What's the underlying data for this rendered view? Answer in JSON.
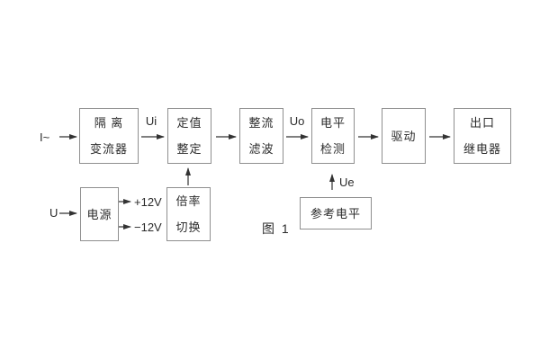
{
  "figure": {
    "caption": "图 1"
  },
  "labels": {
    "input_current": "I~",
    "input_voltage": "U",
    "ui": "Ui",
    "uo": "Uo",
    "ue": "Ue",
    "plus_12v": "+12V",
    "minus_12v": "−12V"
  },
  "blocks": {
    "isolation_transformer": {
      "line1": "隔 离",
      "line2": "变流器"
    },
    "setting_adjust": {
      "line1": "定值",
      "line2": "整定"
    },
    "rectifier_filter": {
      "line1": "整流",
      "line2": "滤波"
    },
    "level_detector": {
      "line1": "电平",
      "line2": "检测"
    },
    "driver": {
      "line1": "驱动"
    },
    "output_relay": {
      "line1": "出口",
      "line2": "继电器"
    },
    "power_supply": {
      "line1": "电源"
    },
    "ratio_switch": {
      "line1": "倍率",
      "line2": "切换"
    },
    "reference_level": {
      "line1": "参考电平"
    }
  },
  "colors": {
    "background": "#ffffff",
    "box_border": "#8f8f8f",
    "text": "#2b2b2b",
    "arrow": "#333333"
  }
}
